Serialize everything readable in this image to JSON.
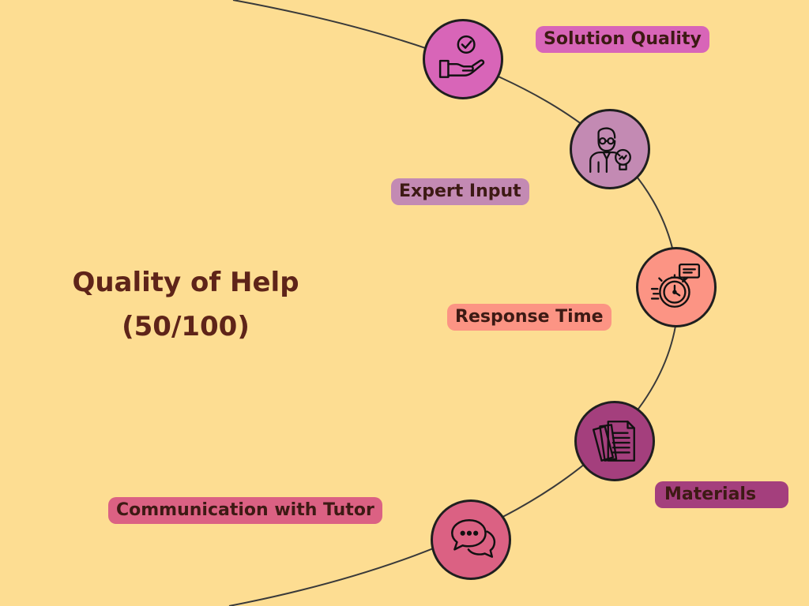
{
  "title": {
    "line1": "Quality of Help",
    "line2": "(50/100)"
  },
  "nodes": [
    {
      "label": "Solution Quality",
      "icon": "hand-check-icon",
      "color": "#D865B8"
    },
    {
      "label": "Expert Input",
      "icon": "expert-lightbulb-icon",
      "color": "#C38AB3"
    },
    {
      "label": "Response Time",
      "icon": "stopwatch-chat-icon",
      "color": "#FC9484"
    },
    {
      "label": "Materials",
      "icon": "documents-icon",
      "color": "#A43F7D"
    },
    {
      "label": "Communication with Tutor",
      "icon": "chat-bubbles-icon",
      "color": "#DB6183"
    }
  ],
  "colors": {
    "background": "#FDDD92",
    "title": "#5E2419",
    "label_text": "#3D1A14"
  }
}
